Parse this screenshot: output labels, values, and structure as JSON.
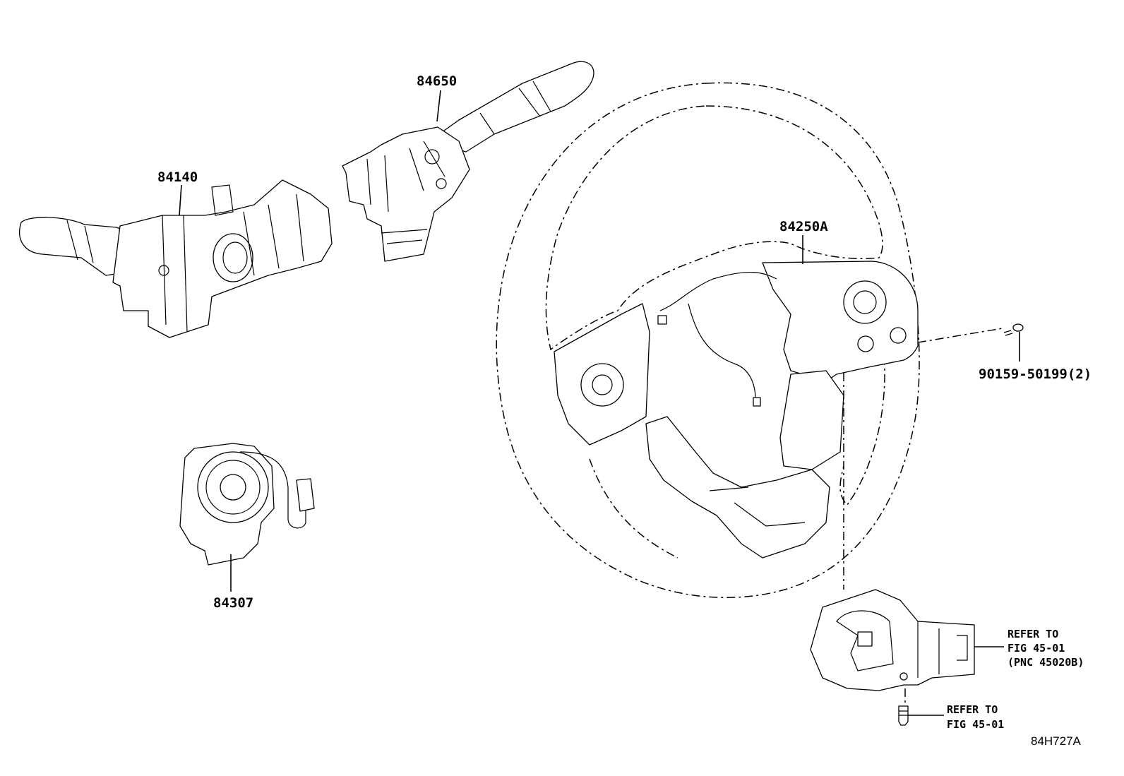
{
  "diagram": {
    "parts": [
      {
        "id": "p84650",
        "number": "84650"
      },
      {
        "id": "p84140",
        "number": "84140"
      },
      {
        "id": "p84250A",
        "number": "84250A"
      },
      {
        "id": "p84307",
        "number": "84307"
      },
      {
        "id": "p90159",
        "number": "90159-50199(2)"
      }
    ],
    "references": [
      {
        "lines": [
          "REFER TO",
          "FIG 45-01",
          "(PNC 45020B)"
        ]
      },
      {
        "lines": [
          "REFER TO",
          "FIG 45-01"
        ]
      }
    ],
    "illustration_code": "84H727A"
  }
}
